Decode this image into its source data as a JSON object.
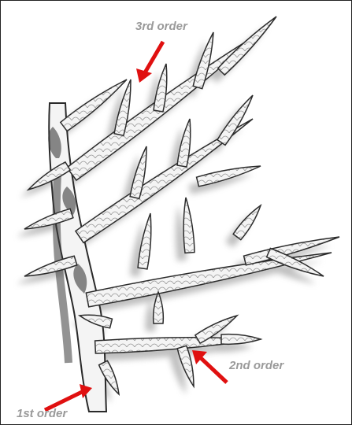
{
  "labels": {
    "third_order": "3rd order",
    "second_order": "2nd order",
    "first_order": "1st order"
  },
  "colors": {
    "label_text": "#9a9a9a",
    "arrow": "#e01010",
    "branch_fill": "#f4f4f4",
    "branch_outline": "#2a2a2a",
    "shadow": "#8a8a8a",
    "dark_tissue": "#3a3a3a"
  },
  "icons": {
    "arrows": "red-pointer-arrow"
  }
}
